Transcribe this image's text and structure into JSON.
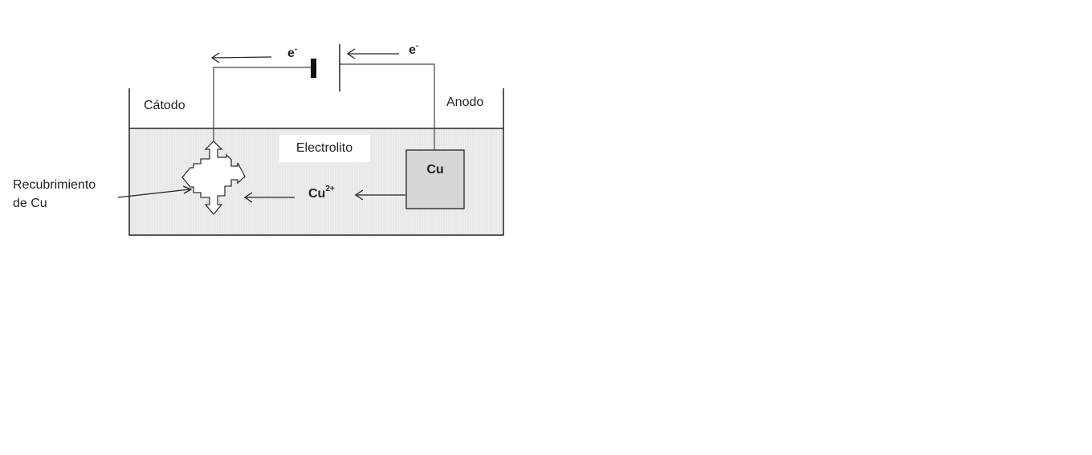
{
  "diagram": {
    "electron_left": "e",
    "electron_right": "e",
    "electron_charge": "-",
    "cathode_label": "Cátodo",
    "anode_label": "Anodo",
    "electrolyte_label": "Electrolito",
    "anode_block_label": "Cu",
    "ion_base": "Cu",
    "ion_charge": "2+",
    "coating_label_line1": "Recubrimiento",
    "coating_label_line2": "de Cu"
  },
  "colors": {
    "electrolyte_fill": "#ececec",
    "anode_fill": "#d6d6d6",
    "line": "#222222"
  }
}
